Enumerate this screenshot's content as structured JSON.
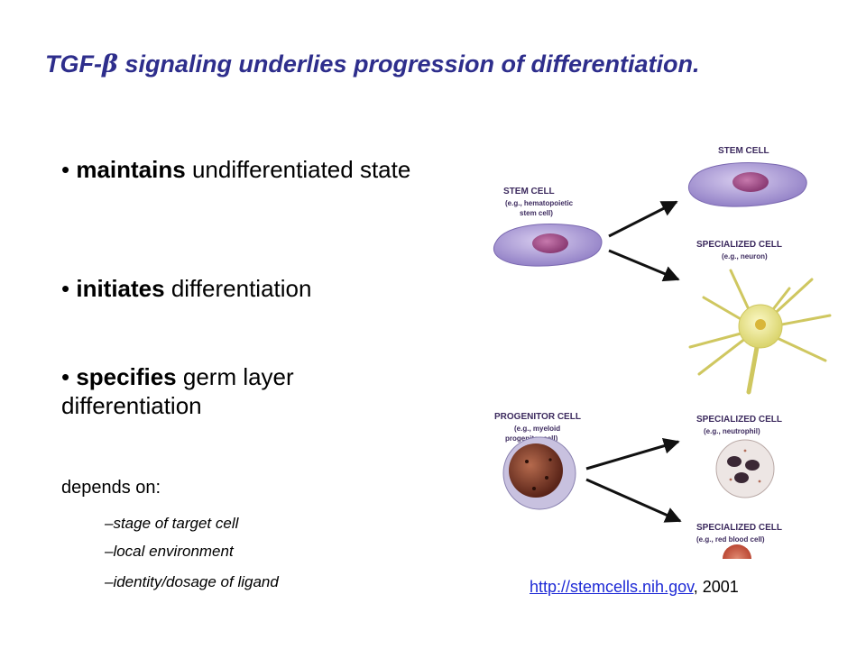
{
  "title": {
    "prefix": "TGF-",
    "greek": "β",
    "suffix": " signaling underlies progression of differentiation."
  },
  "bullets": [
    {
      "marker": "•",
      "bold": "maintains",
      "rest": " undifferentiated state"
    },
    {
      "marker": "•",
      "bold": "initiates",
      "rest": " differentiation"
    },
    {
      "marker": "•",
      "bold": "specifies",
      "rest": " germ layer differentiation"
    }
  ],
  "depends": {
    "heading": "depends on:",
    "items": [
      "–stage of target cell",
      "–local environment",
      "–identity/dosage of ligand"
    ]
  },
  "figure": {
    "labels": {
      "stem_cell_left": "STEM CELL",
      "stem_cell_left_sub1": "(e.g., hematopoietic",
      "stem_cell_left_sub2": "stem cell)",
      "stem_cell_right": "STEM CELL",
      "specialized_neuron": "SPECIALIZED CELL",
      "specialized_neuron_sub": "(e.g., neuron)",
      "progenitor": "PROGENITOR CELL",
      "progenitor_sub1": "(e.g., myeloid",
      "progenitor_sub2": "progenitor cell)",
      "specialized_neutrophil": "SPECIALIZED CELL",
      "specialized_neutrophil_sub": "(e.g., neutrophil)",
      "specialized_rbc": "SPECIALIZED CELL",
      "specialized_rbc_sub": "(e.g., red blood cell)"
    },
    "colors": {
      "stem_cell": "#b7a7dc",
      "nucleus": "#a8558f",
      "neuron": "#f3ef9a",
      "progenitor": "#7d3c2a",
      "red_blood_cell": "#c9543e",
      "label_text": "#3c2a5e"
    }
  },
  "source": {
    "link_text": "http://stemcells.nih.gov",
    "year": ", 2001"
  }
}
